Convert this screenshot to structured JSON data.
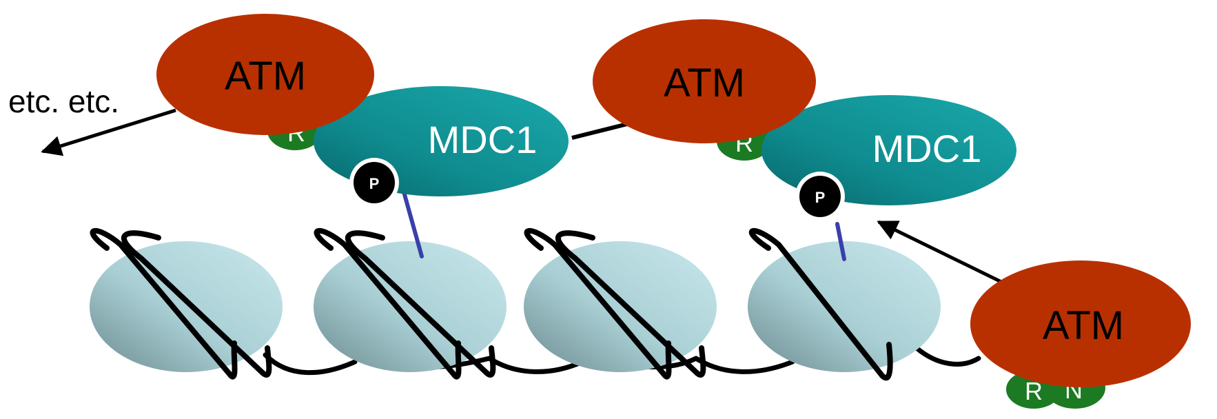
{
  "labels": {
    "etc": "etc. etc.",
    "atm": "ATM",
    "mdc1": "MDC1",
    "phospho": "P",
    "r": "R",
    "n": "N"
  },
  "colors": {
    "atm": "#b93000",
    "mdc1_light": "#16a2a4",
    "mdc1_dark": "#0a6e74",
    "nucleosome_light": "#c2e3e8",
    "nucleosome_dark": "#6f8f94",
    "rn_domain": "#1c7a23",
    "linker": "#3a3faa",
    "dna": "#000000",
    "phospho_badge": "#000000"
  }
}
